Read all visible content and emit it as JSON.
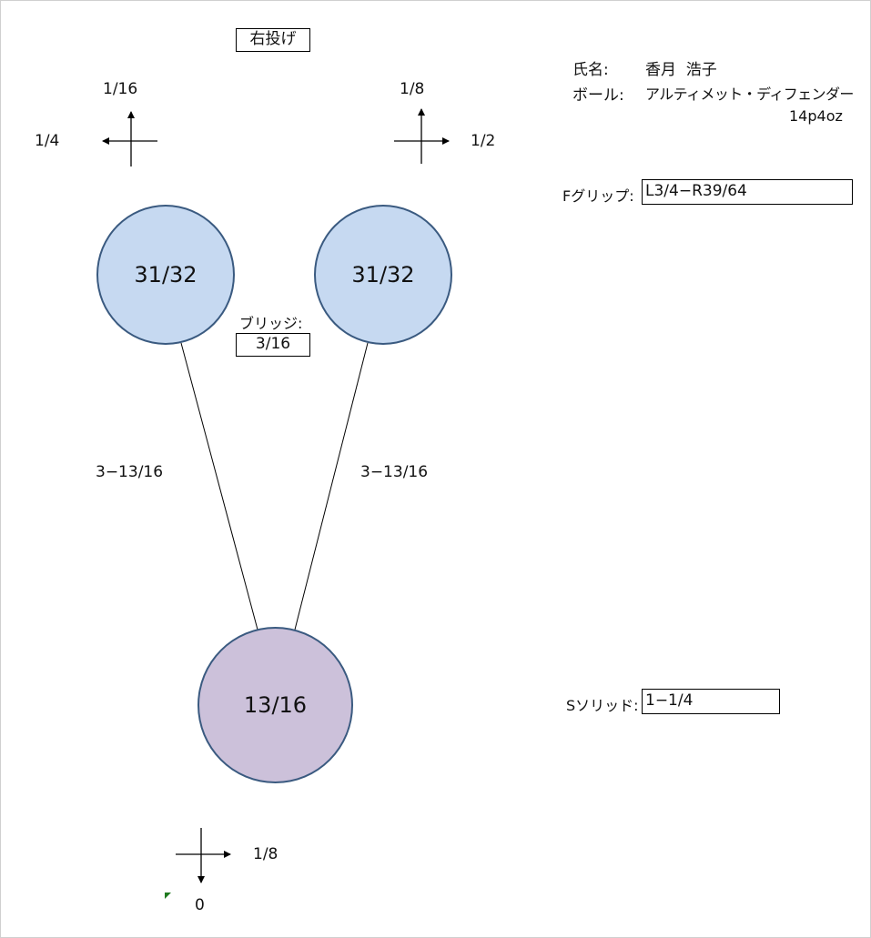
{
  "header": {
    "throw_hand": "右投げ"
  },
  "bowler": {
    "name_label": "氏名:",
    "name": "香月  浩子",
    "ball_label": "ボール:",
    "ball_name": "アルティメット・ディフェンダー",
    "ball_weight": "14p4oz"
  },
  "grip": {
    "f_label": "Fグリップ:",
    "f_value": "L3/4−R39/64",
    "s_label": "Sソリッド:",
    "s_value": "1−1/4"
  },
  "left_hole": {
    "size": "31/32",
    "pitch_up": "1/16",
    "pitch_side": "1/4",
    "span": "3−13/16"
  },
  "right_hole": {
    "size": "31/32",
    "pitch_up": "1/8",
    "pitch_side": "1/2",
    "span": "3−13/16"
  },
  "bridge": {
    "label": "ブリッジ:",
    "value": "3/16"
  },
  "thumb_hole": {
    "size": "13/16",
    "pitch_side": "1/8",
    "pitch_down": "0"
  },
  "colors": {
    "finger_fill": "#c6d9f1",
    "thumb_fill": "#ccc1da",
    "circle_border": "#3a5a80"
  }
}
